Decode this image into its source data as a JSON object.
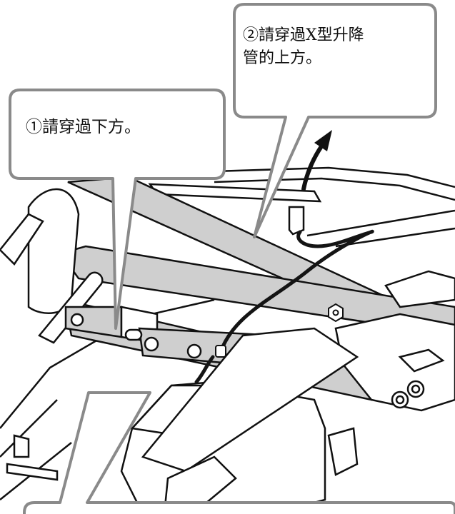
{
  "callouts": {
    "step1": "①請穿過下方。",
    "step2_line1": "②請穿過X型升降",
    "step2_line2": "管的上方。"
  },
  "colors": {
    "line": "#111111",
    "gray_part": "#cfcfcf",
    "cable": "#141414",
    "callout_border": "#8a8a8a",
    "background": "#ffffff"
  },
  "icons": [
    "arrow-up-icon",
    "nut-icon"
  ]
}
